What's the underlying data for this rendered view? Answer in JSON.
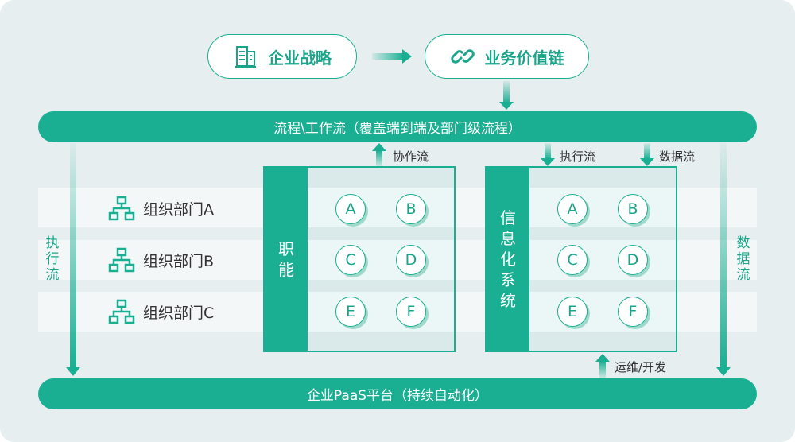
{
  "top": {
    "strategy": "企业战略",
    "value_chain": "业务价值链"
  },
  "process_bar": "流程\\工作流（覆盖端到端及部门级流程）",
  "paas_bar": "企业PaaS平台（持续自动化）",
  "flows": {
    "collab": "协作流",
    "exec": "执行流",
    "data": "数据流",
    "ops": "运维/开发",
    "left_exec": "执行流",
    "right_data": "数据流"
  },
  "departments": [
    "组织部门A",
    "组织部门B",
    "组织部门C"
  ],
  "function_box": {
    "title": "职能",
    "items": [
      "A",
      "B",
      "C",
      "D",
      "E",
      "F"
    ]
  },
  "system_box": {
    "title": "信息化系统",
    "items": [
      "A",
      "B",
      "C",
      "D",
      "E",
      "F"
    ]
  },
  "colors": {
    "accent": "#1aaf92",
    "bg": "#e6eef0"
  }
}
